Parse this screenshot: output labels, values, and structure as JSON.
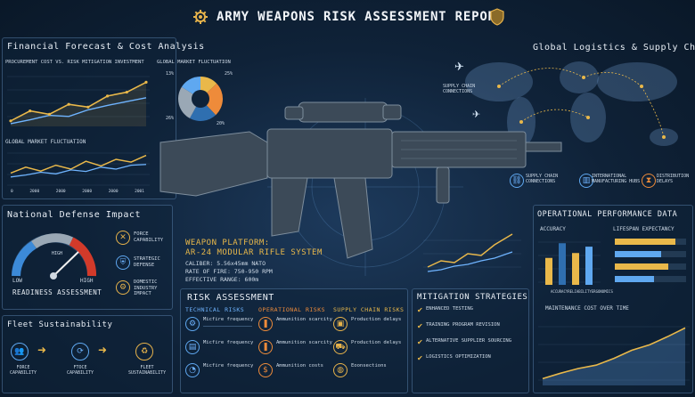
{
  "title": "ARMY WEAPONS RISK ASSESSMENT REPORT",
  "financial": {
    "title": "Financial Forecast & Cost Analysis",
    "chart1_title": "PROCUREMENT COST VS. RISK MITIGATION INVESTMENT",
    "chart2_title": "GLOBAL MARKET FLUCTUATION",
    "chart3_title": "GLOBAL MARKET FLUCTUATION",
    "donut_labels": [
      "13%",
      "25%",
      "26%",
      "20%"
    ],
    "years": [
      "0",
      "2000",
      "2000",
      "2000",
      "2000",
      "2001"
    ]
  },
  "logistics": {
    "title": "Global Logistics & Supply Chain",
    "label_top": "SUPPLY CHAIN CONNECTIONS",
    "items": [
      {
        "label": "SUPPLY CHAIN CONNECTIONS",
        "icon": "link-icon"
      },
      {
        "label": "INTERNATIONAL MANUFACTURING HUBS",
        "icon": "factory-icon"
      },
      {
        "label": "DISTRIBUTION DELAYS",
        "icon": "hourglass-icon"
      }
    ]
  },
  "defense": {
    "title": "National Defense Impact",
    "gauge_low": "LOW",
    "gauge_high": "HIGH",
    "gauge_label": "READINESS ASSESSMENT",
    "items": [
      {
        "label": "FORCE CAPABILITY",
        "icon": "force-icon"
      },
      {
        "label": "STRATEGIC DEFENSE",
        "icon": "shield-icon"
      },
      {
        "label": "DOMESTIC INDUSTRY IMPACT",
        "icon": "industry-icon"
      }
    ]
  },
  "fleet": {
    "title": "Fleet Sustainability",
    "items": [
      {
        "label": "FORCE CAPABILITY",
        "icon": "people-icon"
      },
      {
        "label": "FTOCE CAPABILITY",
        "icon": "cycle-icon"
      },
      {
        "label": "FLEET SUSTAINABILITY",
        "icon": "recycle-icon"
      }
    ]
  },
  "weapon": {
    "platform_label": "WEAPON PLATFORM:",
    "name": "AR-24 MODULAR RIFLE SYSTEM",
    "caliber": "CALIBER: 5.56x45mm NATO",
    "rate": "RATE OF FIRE: 750-950 RPM",
    "range": "EFFECTIVE RANGE: 600m"
  },
  "risk": {
    "title": "RISK ASSESSMENT",
    "columns": [
      {
        "title": "TECHNICAL RISKS",
        "color": "#6fb4ff",
        "items": [
          "Micfire frequency",
          "Micfire frequency",
          "Micfire frequency"
        ]
      },
      {
        "title": "OPERATIONAL RISKS",
        "color": "#ee8b3a",
        "items": [
          "Ammunition scarcity",
          "Ammunition scarcity",
          "Ammunition costs"
        ]
      },
      {
        "title": "SUPPLY CHAIN RISKS",
        "color": "#e9b84a",
        "items": [
          "Production delays",
          "Production delays",
          "Eoonsections"
        ]
      }
    ]
  },
  "mitigation": {
    "title": "MITIGATION STRATEGIES",
    "items": [
      "ENHANCED TESTING",
      "TRAINING PROGRAM REVISION",
      "ALTERNATIVE SUPPLIER SOURCING",
      "LOGISTICS OPTIMIZATION"
    ]
  },
  "performance": {
    "title": "OPERATIONAL PERFORMANCE DATA",
    "accuracy_title": "ACCURACY",
    "lifespan_title": "LIFESPAN EXPECTANCY",
    "bar_labels": [
      "ACCURACY",
      "RELIABILITY",
      "ERGONOMICS"
    ],
    "maint_title": "MAINTENANCE COST OVER TIME"
  },
  "chart_data": [
    {
      "type": "line",
      "title": "PROCUREMENT COST VS. RISK MITIGATION INVESTMENT",
      "series": [
        {
          "values": [
            10,
            28,
            22,
            40,
            35,
            55,
            62,
            80
          ]
        },
        {
          "values": [
            5,
            12,
            20,
            18,
            30,
            38,
            45,
            52
          ]
        }
      ],
      "ylim": [
        0,
        100
      ]
    },
    {
      "type": "pie",
      "title": "GLOBAL MARKET FLUCTUATION",
      "values": [
        13,
        25,
        20,
        26,
        16
      ]
    },
    {
      "type": "line",
      "title": "GLOBAL MARKET FLUCTUATION",
      "categories": [
        "0",
        "2000",
        "2000",
        "2000",
        "2000",
        "2001"
      ],
      "series": [
        {
          "values": [
            40,
            55,
            45,
            60,
            50,
            70,
            58,
            75,
            68,
            85
          ]
        },
        {
          "values": [
            30,
            35,
            42,
            38,
            48,
            44,
            55,
            50,
            60,
            62
          ]
        }
      ],
      "ylim": [
        0,
        100
      ]
    },
    {
      "type": "bar",
      "title": "ACCURACY",
      "categories": [
        "ACCURACY",
        "RELIABILITY",
        "ERGONOMICS"
      ],
      "values": [
        55,
        85,
        65,
        78
      ]
    },
    {
      "type": "bar",
      "title": "LIFESPAN EXPECTANCY",
      "values": [
        85,
        65,
        75,
        55
      ]
    },
    {
      "type": "area",
      "title": "MAINTENANCE COST OVER TIME",
      "values": [
        10,
        18,
        25,
        30,
        40,
        52,
        60,
        72,
        85
      ]
    }
  ]
}
